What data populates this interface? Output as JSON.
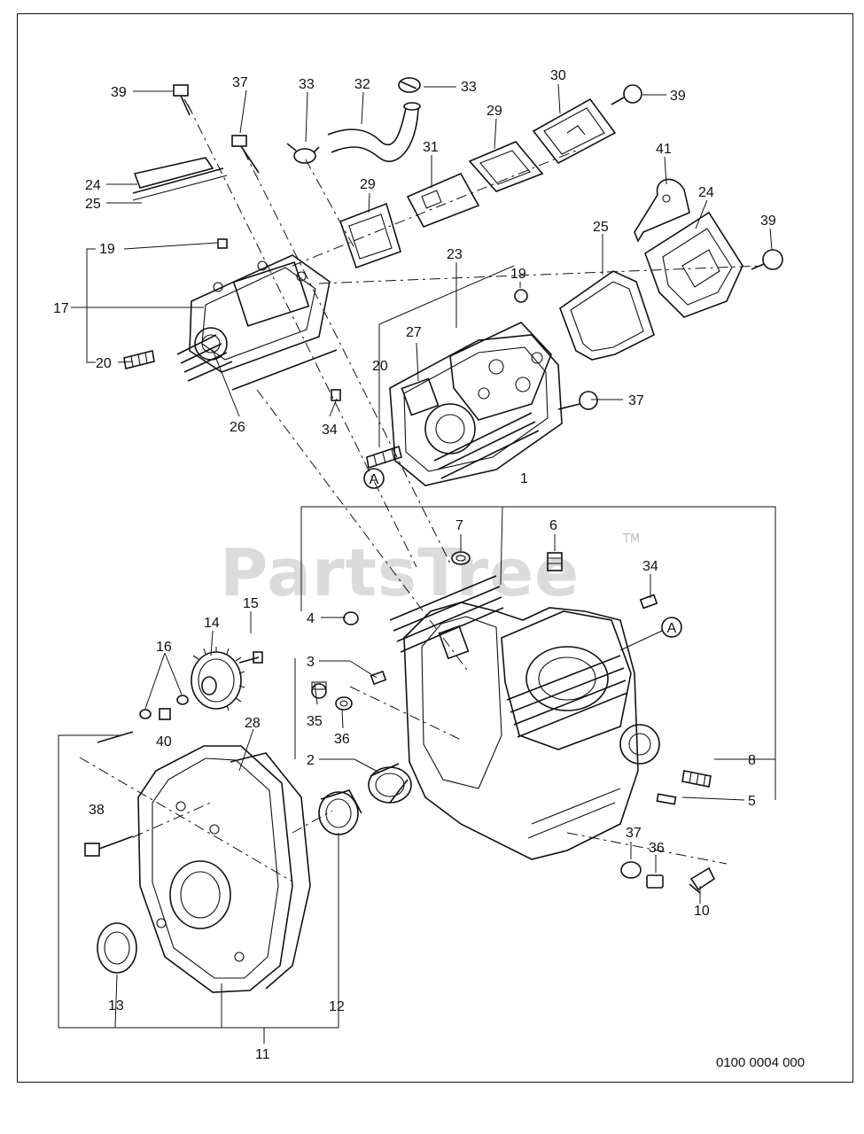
{
  "watermark": {
    "text": "PartsTree",
    "tm": "TM"
  },
  "reference_number": "0100 0004 000",
  "callout_letter": "A",
  "labels": {
    "l1": "1",
    "l2": "2",
    "l3": "3",
    "l4": "4",
    "l5": "5",
    "l6": "6",
    "l7": "7",
    "l8": "8",
    "l10": "10",
    "l11": "11",
    "l12": "12",
    "l13": "13",
    "l14": "14",
    "l15": "15",
    "l16": "16",
    "l17": "17",
    "l19": "19",
    "l20": "20",
    "l23": "23",
    "l24": "24",
    "l25": "25",
    "l26": "26",
    "l27": "27",
    "l28": "28",
    "l29": "29",
    "l30": "30",
    "l31": "31",
    "l32": "32",
    "l33": "33",
    "l34": "34",
    "l35": "35",
    "l36": "36",
    "l37": "37",
    "l38": "38",
    "l39": "39",
    "l40": "40",
    "l41": "41"
  }
}
